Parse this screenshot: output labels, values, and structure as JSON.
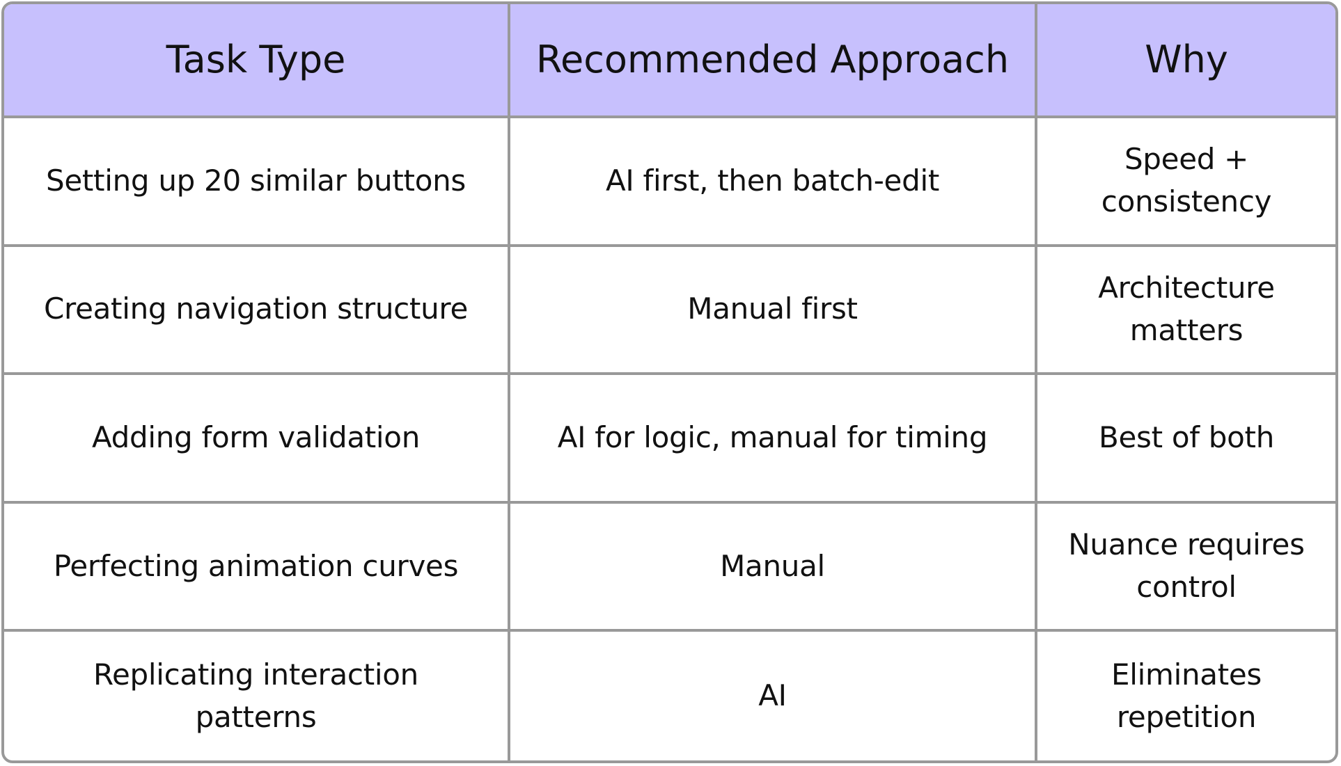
{
  "colors": {
    "header_bg": "#c7c0fd",
    "border": "#999999",
    "text": "#111111"
  },
  "table": {
    "headers": [
      "Task Type",
      "Recommended Approach",
      "Why"
    ],
    "rows": [
      [
        "Setting up 20 similar buttons",
        "AI first, then batch-edit",
        "Speed + consistency"
      ],
      [
        "Creating navigation structure",
        "Manual first",
        "Architecture matters"
      ],
      [
        "Adding form validation",
        "AI for logic, manual for timing",
        "Best of both"
      ],
      [
        "Perfecting animation curves",
        "Manual",
        "Nuance requires control"
      ],
      [
        "Replicating interaction patterns",
        "AI",
        "Eliminates repetition"
      ]
    ]
  }
}
